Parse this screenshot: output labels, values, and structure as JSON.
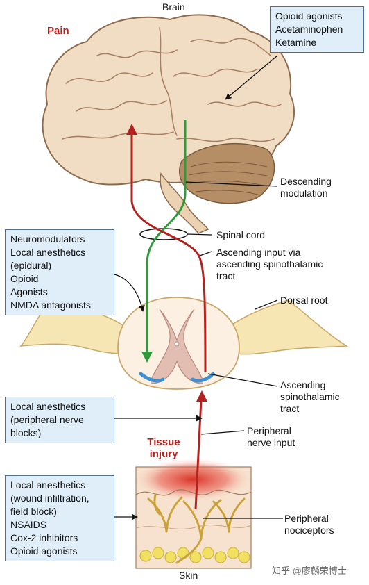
{
  "labels": {
    "brain": "Brain",
    "pain": "Pain",
    "descending_modulation": [
      "Descending",
      "modulation"
    ],
    "spinal_cord": "Spinal cord",
    "ascending_input": [
      "Ascending input via",
      "ascending spinothalamic",
      "tract"
    ],
    "dorsal_root": "Dorsal root",
    "ascending_tract": [
      "Ascending",
      "spinothalamic",
      "tract"
    ],
    "peripheral_nerve_input": [
      "Peripheral",
      "nerve input"
    ],
    "tissue_injury": [
      "Tissue",
      "injury"
    ],
    "peripheral_nociceptors": [
      "Peripheral",
      "nociceptors"
    ],
    "skin": "Skin"
  },
  "boxes": {
    "brain_drugs": [
      "Opioid agonists",
      "Acetaminophen",
      "Ketamine"
    ],
    "spinal_drugs": [
      "Neuromodulators",
      "Local anesthetics",
      "(epidural)",
      "Opioid",
      "Agonists",
      "NMDA antagonists"
    ],
    "peripheral_nerve_drugs": [
      "Local anesthetics",
      "(peripheral nerve",
      "blocks)"
    ],
    "tissue_drugs": [
      "Local anesthetics",
      "(wound infiltration,",
      "field block)",
      "NSAIDS",
      "Cox-2 inhibitors",
      "Opioid agonists"
    ]
  },
  "watermark": "知乎 @廖麟荣博士",
  "colors": {
    "ascending_pathway": "#b3221e",
    "descending_pathway": "#2f9a3a",
    "box_fill": "#dfeef8",
    "highlight_text": "#c0201b"
  }
}
